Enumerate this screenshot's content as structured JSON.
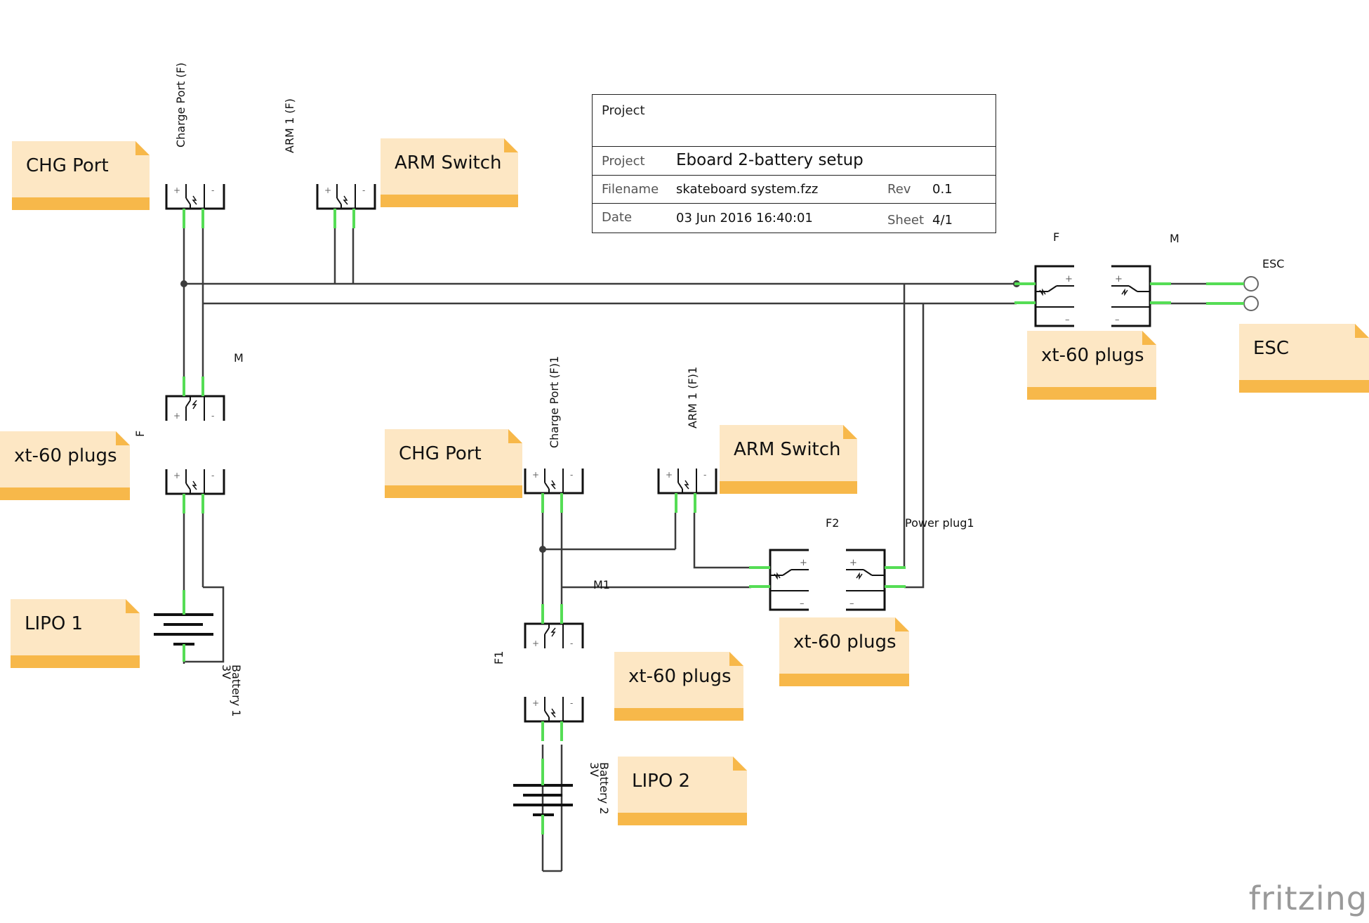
{
  "title_block": {
    "header": "Project",
    "project_label": "Project",
    "project_value": "Eboard 2-battery setup",
    "filename_label": "Filename",
    "filename_value": "skateboard system.fzz",
    "rev_label": "Rev",
    "rev_value": "0.1",
    "date_label": "Date",
    "date_value": "03 Jun 2016 16:40:01",
    "sheet_label": "Sheet",
    "sheet_value": "4/1"
  },
  "notes": {
    "chg_port_1": "CHG Port",
    "arm_switch_1": "ARM Switch",
    "xt60_left": "xt-60 plugs",
    "lipo_1": "LIPO 1",
    "chg_port_2": "CHG Port",
    "arm_switch_2": "ARM Switch",
    "xt60_mid": "xt-60 plugs",
    "lipo_2": "LIPO 2",
    "xt60_f2": "xt-60 plugs",
    "xt60_right": "xt-60 plugs",
    "esc": "ESC"
  },
  "labels": {
    "charge_port_f": "Charge Port (F)",
    "arm1_f": "ARM 1 (F)",
    "m_left": "M",
    "f_left": "F",
    "battery1": "Battery 1",
    "battery1_v": "3V",
    "charge_port_f1": "Charge Port (F)1",
    "arm1_f1": "ARM 1 (F)1",
    "f2": "F2",
    "power_plug1": "Power plug1",
    "m1": "M1",
    "f1": "F1",
    "battery2": "Battery 2",
    "battery2_v": "3V",
    "f_right": "F",
    "m_right": "M",
    "esc_label": "ESC"
  },
  "colors": {
    "wire": "#3c3c3c",
    "pin": "#55dd55",
    "note_fill": "#fde7c4",
    "note_band": "#f7b84a"
  },
  "watermark": "fritzing"
}
